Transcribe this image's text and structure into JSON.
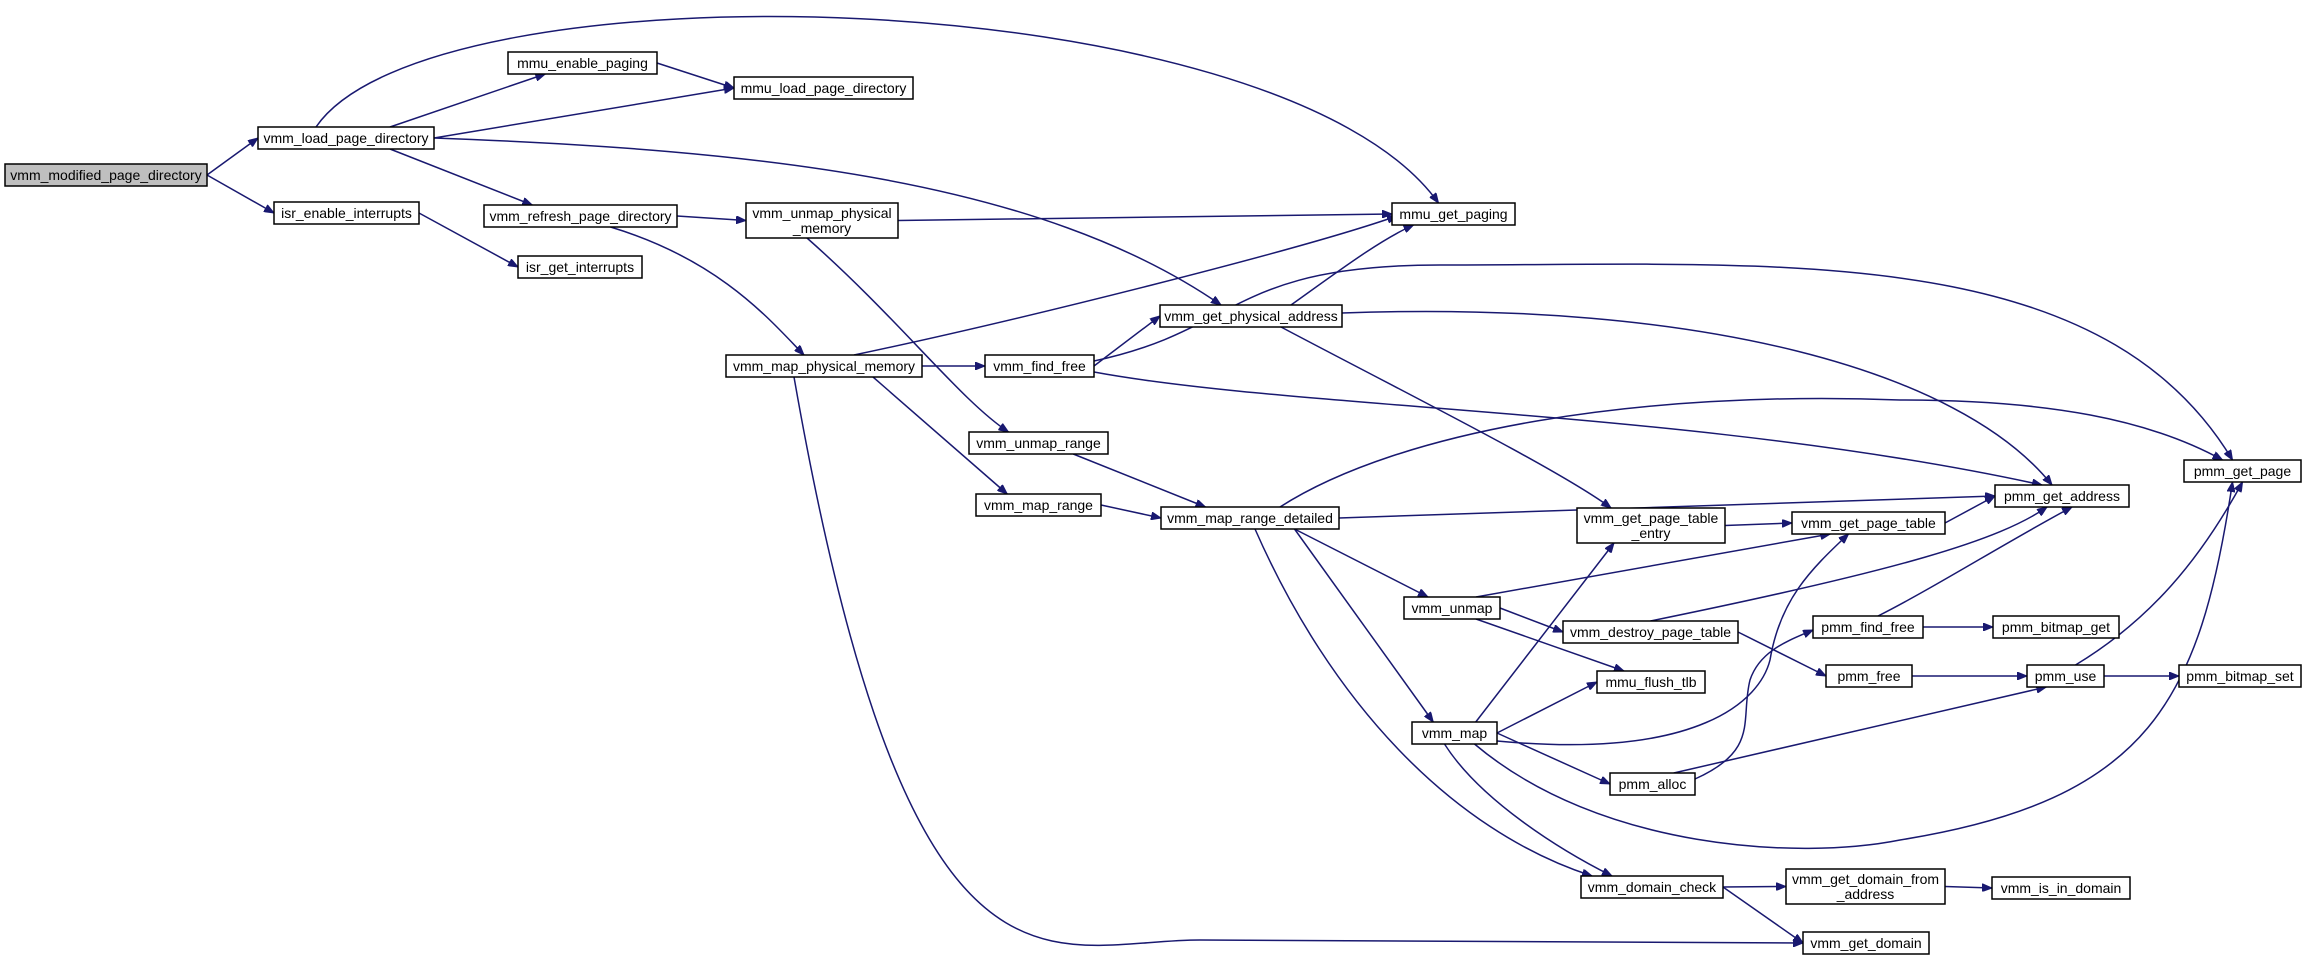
{
  "colors": {
    "edge": "#191970",
    "node_fill": "#ffffff",
    "root_fill": "#bfbfbf",
    "node_border": "#000000"
  },
  "nodes": {
    "vmm_modified_page_directory": [
      "vmm_modified_page_directory"
    ],
    "vmm_load_page_directory": [
      "vmm_load_page_directory"
    ],
    "isr_enable_interrupts": [
      "isr_enable_interrupts"
    ],
    "mmu_enable_paging": [
      "mmu_enable_paging"
    ],
    "mmu_load_page_directory": [
      "mmu_load_page_directory"
    ],
    "vmm_refresh_page_directory": [
      "vmm_refresh_page_directory"
    ],
    "isr_get_interrupts": [
      "isr_get_interrupts"
    ],
    "vmm_unmap_physical_memory": [
      "vmm_unmap_physical",
      "_memory"
    ],
    "mmu_get_paging": [
      "mmu_get_paging"
    ],
    "vmm_get_physical_address": [
      "vmm_get_physical_address"
    ],
    "vmm_map_physical_memory": [
      "vmm_map_physical_memory"
    ],
    "vmm_find_free": [
      "vmm_find_free"
    ],
    "vmm_unmap_range": [
      "vmm_unmap_range"
    ],
    "vmm_map_range": [
      "vmm_map_range"
    ],
    "vmm_map_range_detailed": [
      "vmm_map_range_detailed"
    ],
    "vmm_get_page_table_entry": [
      "vmm_get_page_table",
      "_entry"
    ],
    "vmm_get_page_table": [
      "vmm_get_page_table"
    ],
    "pmm_get_address": [
      "pmm_get_address"
    ],
    "pmm_get_page": [
      "pmm_get_page"
    ],
    "vmm_unmap": [
      "vmm_unmap"
    ],
    "vmm_destroy_page_table": [
      "vmm_destroy_page_table"
    ],
    "pmm_find_free": [
      "pmm_find_free"
    ],
    "pmm_bitmap_get": [
      "pmm_bitmap_get"
    ],
    "pmm_free": [
      "pmm_free"
    ],
    "pmm_use": [
      "pmm_use"
    ],
    "pmm_bitmap_set": [
      "pmm_bitmap_set"
    ],
    "mmu_flush_tlb": [
      "mmu_flush_tlb"
    ],
    "vmm_map": [
      "vmm_map"
    ],
    "pmm_alloc": [
      "pmm_alloc"
    ],
    "vmm_domain_check": [
      "vmm_domain_check"
    ],
    "vmm_get_domain_from_address": [
      "vmm_get_domain_from",
      "_address"
    ],
    "vmm_is_in_domain": [
      "vmm_is_in_domain"
    ],
    "vmm_get_domain": [
      "vmm_get_domain"
    ]
  },
  "edges": [
    [
      "vmm_modified_page_directory",
      "vmm_load_page_directory"
    ],
    [
      "vmm_modified_page_directory",
      "isr_enable_interrupts"
    ],
    [
      "vmm_load_page_directory",
      "mmu_enable_paging"
    ],
    [
      "vmm_load_page_directory",
      "mmu_load_page_directory"
    ],
    [
      "vmm_load_page_directory",
      "mmu_get_paging"
    ],
    [
      "vmm_load_page_directory",
      "vmm_refresh_page_directory"
    ],
    [
      "vmm_load_page_directory",
      "vmm_get_physical_address"
    ],
    [
      "mmu_enable_paging",
      "mmu_load_page_directory"
    ],
    [
      "isr_enable_interrupts",
      "isr_get_interrupts"
    ],
    [
      "vmm_refresh_page_directory",
      "vmm_unmap_physical_memory"
    ],
    [
      "vmm_refresh_page_directory",
      "vmm_map_physical_memory"
    ],
    [
      "vmm_unmap_physical_memory",
      "mmu_get_paging"
    ],
    [
      "vmm_unmap_physical_memory",
      "vmm_unmap_range"
    ],
    [
      "vmm_get_physical_address",
      "mmu_get_paging"
    ],
    [
      "vmm_get_physical_address",
      "pmm_get_address"
    ],
    [
      "vmm_get_physical_address",
      "vmm_get_page_table_entry"
    ],
    [
      "vmm_map_physical_memory",
      "mmu_get_paging"
    ],
    [
      "vmm_map_physical_memory",
      "vmm_find_free"
    ],
    [
      "vmm_map_physical_memory",
      "vmm_map_range"
    ],
    [
      "vmm_map_physical_memory",
      "vmm_get_domain"
    ],
    [
      "vmm_find_free",
      "vmm_get_physical_address"
    ],
    [
      "vmm_find_free",
      "pmm_get_page"
    ],
    [
      "vmm_find_free",
      "pmm_get_address"
    ],
    [
      "vmm_unmap_range",
      "vmm_map_range_detailed"
    ],
    [
      "vmm_map_range",
      "vmm_map_range_detailed"
    ],
    [
      "vmm_map_range_detailed",
      "pmm_get_page"
    ],
    [
      "vmm_map_range_detailed",
      "pmm_get_address"
    ],
    [
      "vmm_map_range_detailed",
      "vmm_unmap"
    ],
    [
      "vmm_map_range_detailed",
      "vmm_map"
    ],
    [
      "vmm_map_range_detailed",
      "vmm_domain_check"
    ],
    [
      "vmm_get_page_table_entry",
      "vmm_get_page_table"
    ],
    [
      "vmm_get_page_table",
      "pmm_get_address"
    ],
    [
      "vmm_unmap",
      "vmm_get_page_table"
    ],
    [
      "vmm_unmap",
      "vmm_destroy_page_table"
    ],
    [
      "vmm_unmap",
      "mmu_flush_tlb"
    ],
    [
      "vmm_destroy_page_table",
      "pmm_get_address"
    ],
    [
      "vmm_destroy_page_table",
      "pmm_free"
    ],
    [
      "pmm_find_free",
      "pmm_get_address"
    ],
    [
      "pmm_find_free",
      "pmm_bitmap_get"
    ],
    [
      "pmm_free",
      "pmm_use"
    ],
    [
      "pmm_use",
      "pmm_get_page"
    ],
    [
      "pmm_use",
      "pmm_bitmap_set"
    ],
    [
      "vmm_map",
      "vmm_get_page_table_entry"
    ],
    [
      "vmm_map",
      "vmm_get_page_table"
    ],
    [
      "vmm_map",
      "mmu_flush_tlb"
    ],
    [
      "vmm_map",
      "pmm_alloc"
    ],
    [
      "vmm_map",
      "pmm_get_page"
    ],
    [
      "vmm_map",
      "vmm_domain_check"
    ],
    [
      "pmm_alloc",
      "pmm_find_free"
    ],
    [
      "pmm_alloc",
      "pmm_use"
    ],
    [
      "vmm_domain_check",
      "vmm_get_domain_from_address"
    ],
    [
      "vmm_domain_check",
      "vmm_get_domain"
    ],
    [
      "vmm_get_domain_from_address",
      "vmm_is_in_domain"
    ]
  ]
}
